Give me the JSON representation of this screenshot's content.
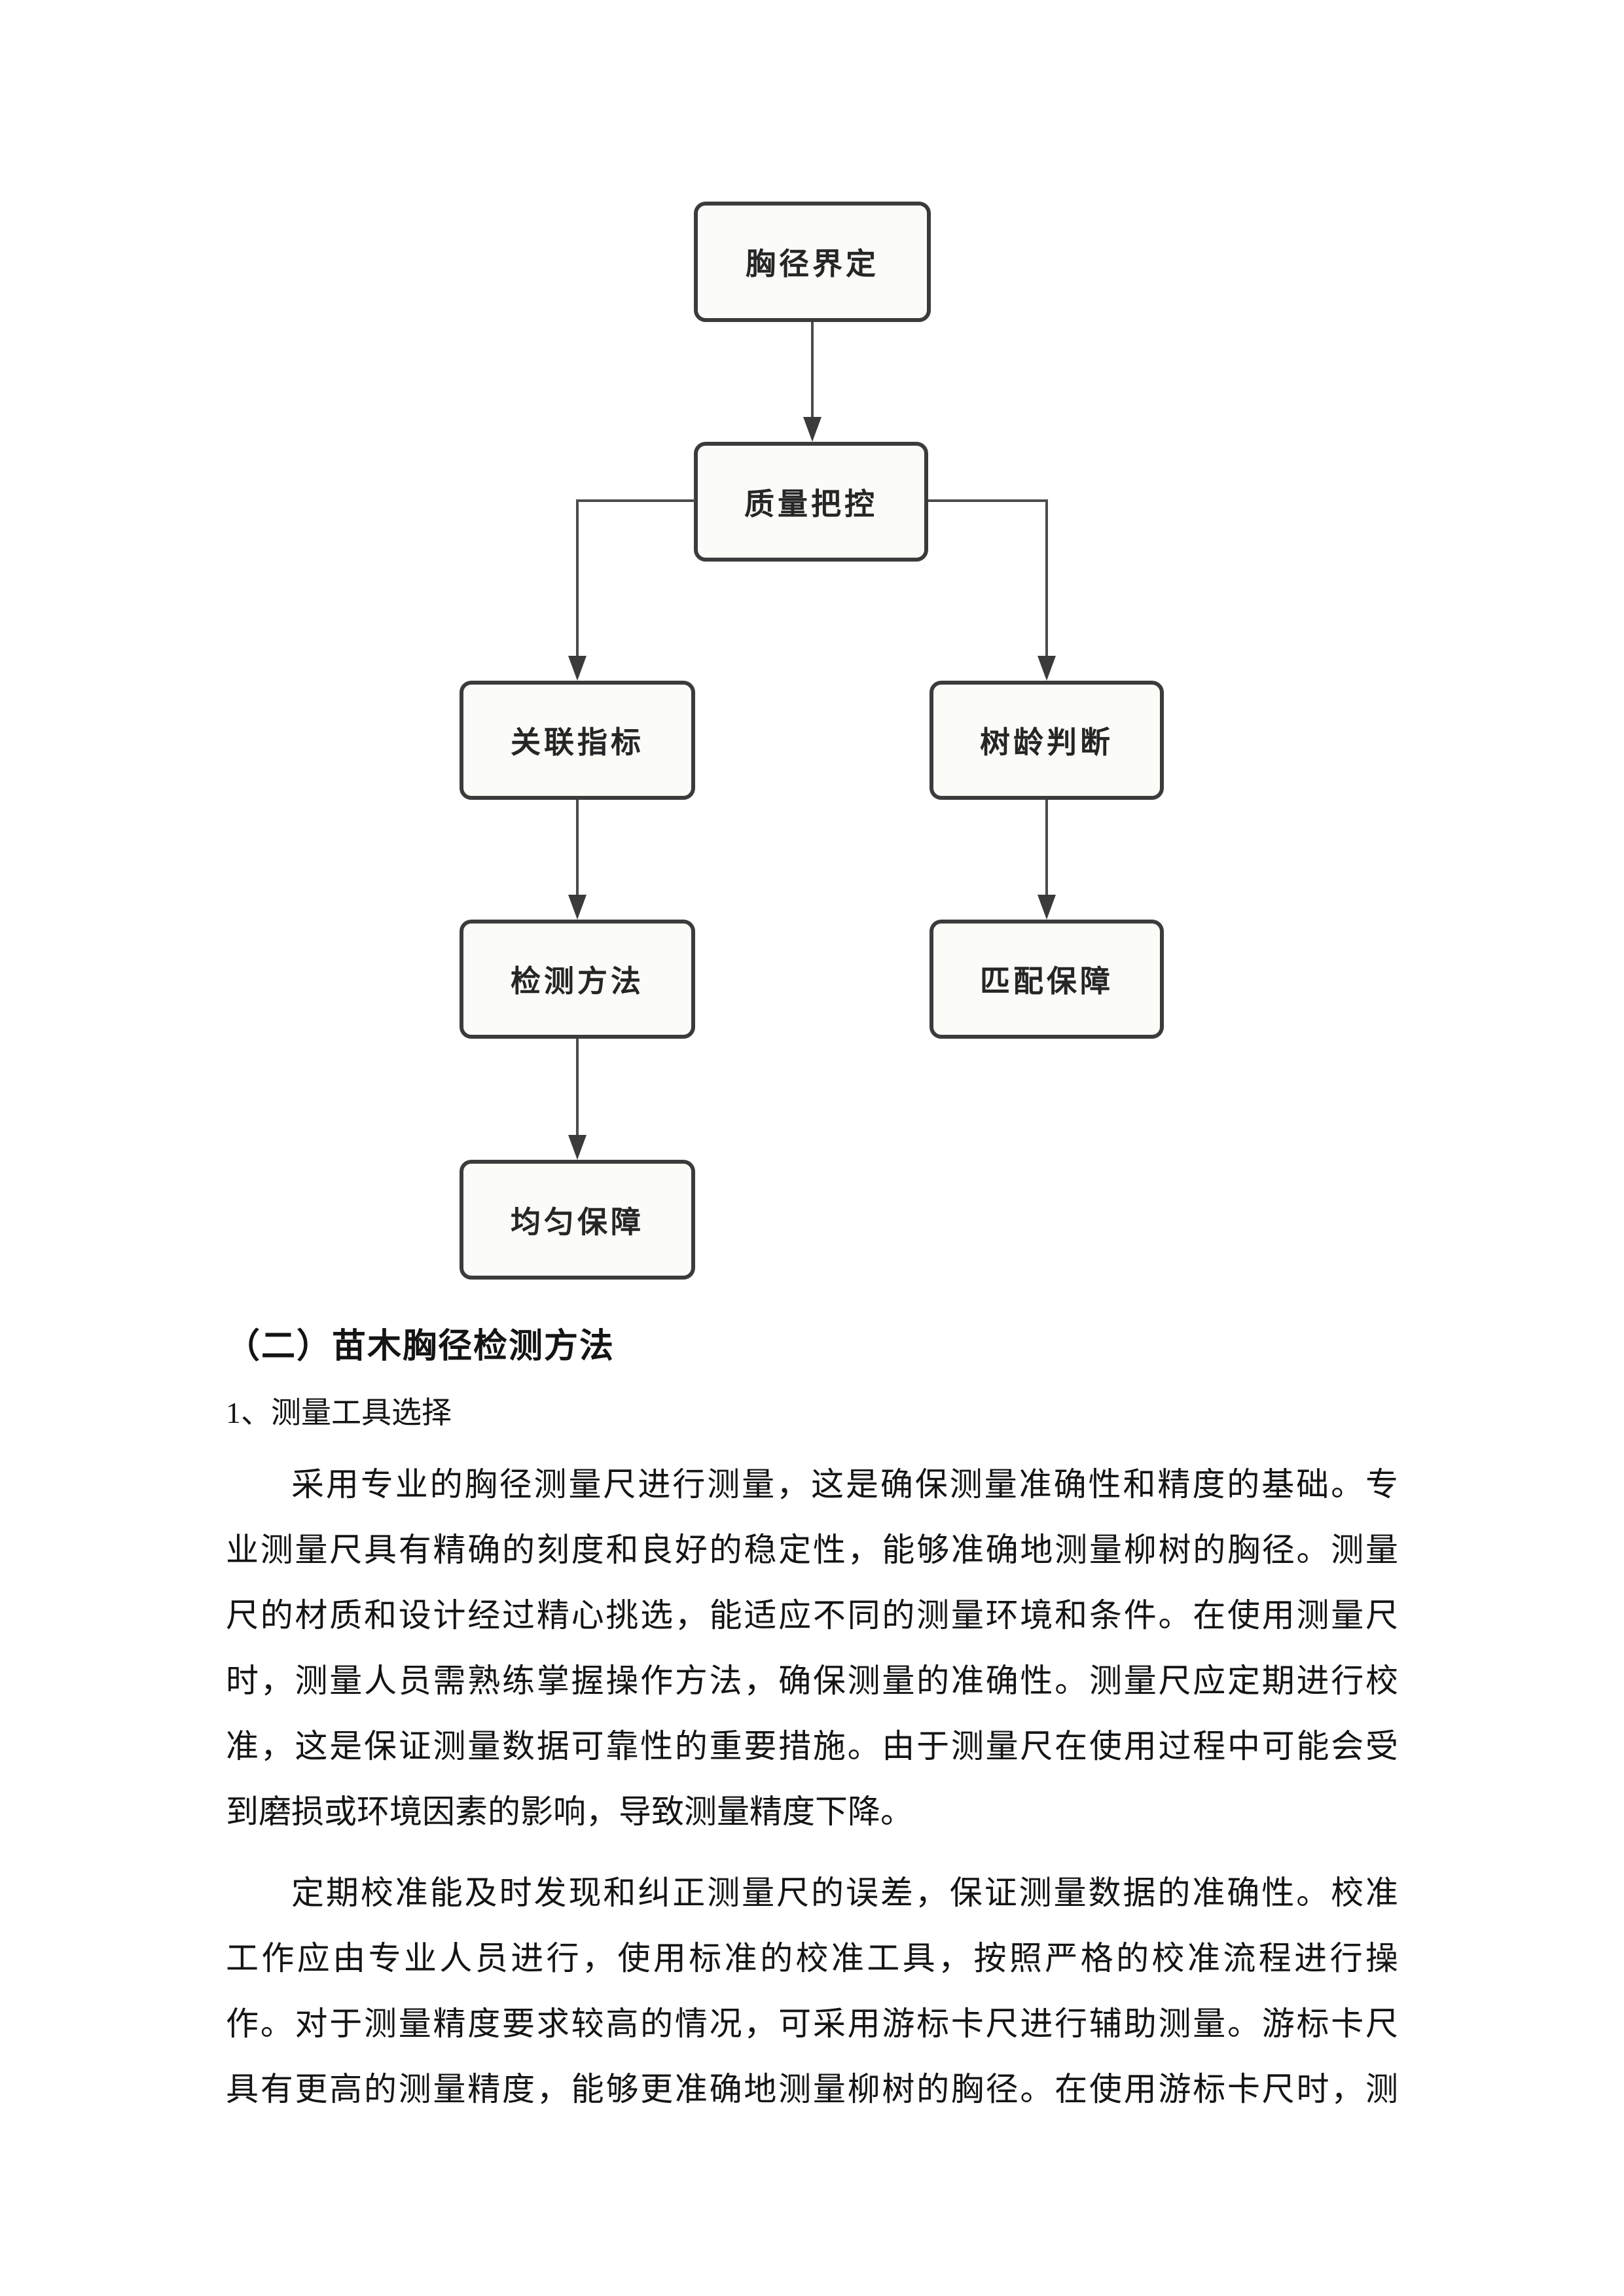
{
  "diagram": {
    "colors": {
      "node_fill": "#fbfbf8",
      "node_border": "#3b3b3b",
      "line": "#4c4c4c",
      "text": "#262626"
    },
    "nodes": [
      {
        "id": "n1",
        "label": "胸径界定"
      },
      {
        "id": "n2",
        "label": "质量把控"
      },
      {
        "id": "n3",
        "label": "关联指标"
      },
      {
        "id": "n4",
        "label": "树龄判断"
      },
      {
        "id": "n5",
        "label": "检测方法"
      },
      {
        "id": "n6",
        "label": "匹配保障"
      },
      {
        "id": "n7",
        "label": "均匀保障"
      }
    ],
    "edges": [
      {
        "from": "n1",
        "to": "n2"
      },
      {
        "from": "n2",
        "to": "n3"
      },
      {
        "from": "n2",
        "to": "n4"
      },
      {
        "from": "n3",
        "to": "n5"
      },
      {
        "from": "n4",
        "to": "n6"
      },
      {
        "from": "n5",
        "to": "n7"
      }
    ]
  },
  "section": {
    "heading": "（二）苗木胸径检测方法",
    "subheading": "1、测量工具选择",
    "paragraphs": [
      {
        "lines": [
          "采用专业的胸径测量尺进行测量，这是确保测量准确性和精度的基础。专",
          "业测量尺具有精确的刻度和良好的稳定性，能够准确地测量柳树的胸径。测量",
          "尺的材质和设计经过精心挑选，能适应不同的测量环境和条件。在使用测量尺",
          "时，测量人员需熟练掌握操作方法，确保测量的准确性。测量尺应定期进行校",
          "准，这是保证测量数据可靠性的重要措施。由于测量尺在使用过程中可能会受",
          "到磨损或环境因素的影响，导致测量精度下降。"
        ]
      },
      {
        "lines": [
          "定期校准能及时发现和纠正测量尺的误差，保证测量数据的准确性。校准",
          "工作应由专业人员进行，使用标准的校准工具，按照严格的校准流程进行操",
          "作。对于测量精度要求较高的情况，可采用游标卡尺进行辅助测量。游标卡尺",
          "具有更高的测量精度，能够更准确地测量柳树的胸径。在使用游标卡尺时，测"
        ]
      }
    ]
  }
}
